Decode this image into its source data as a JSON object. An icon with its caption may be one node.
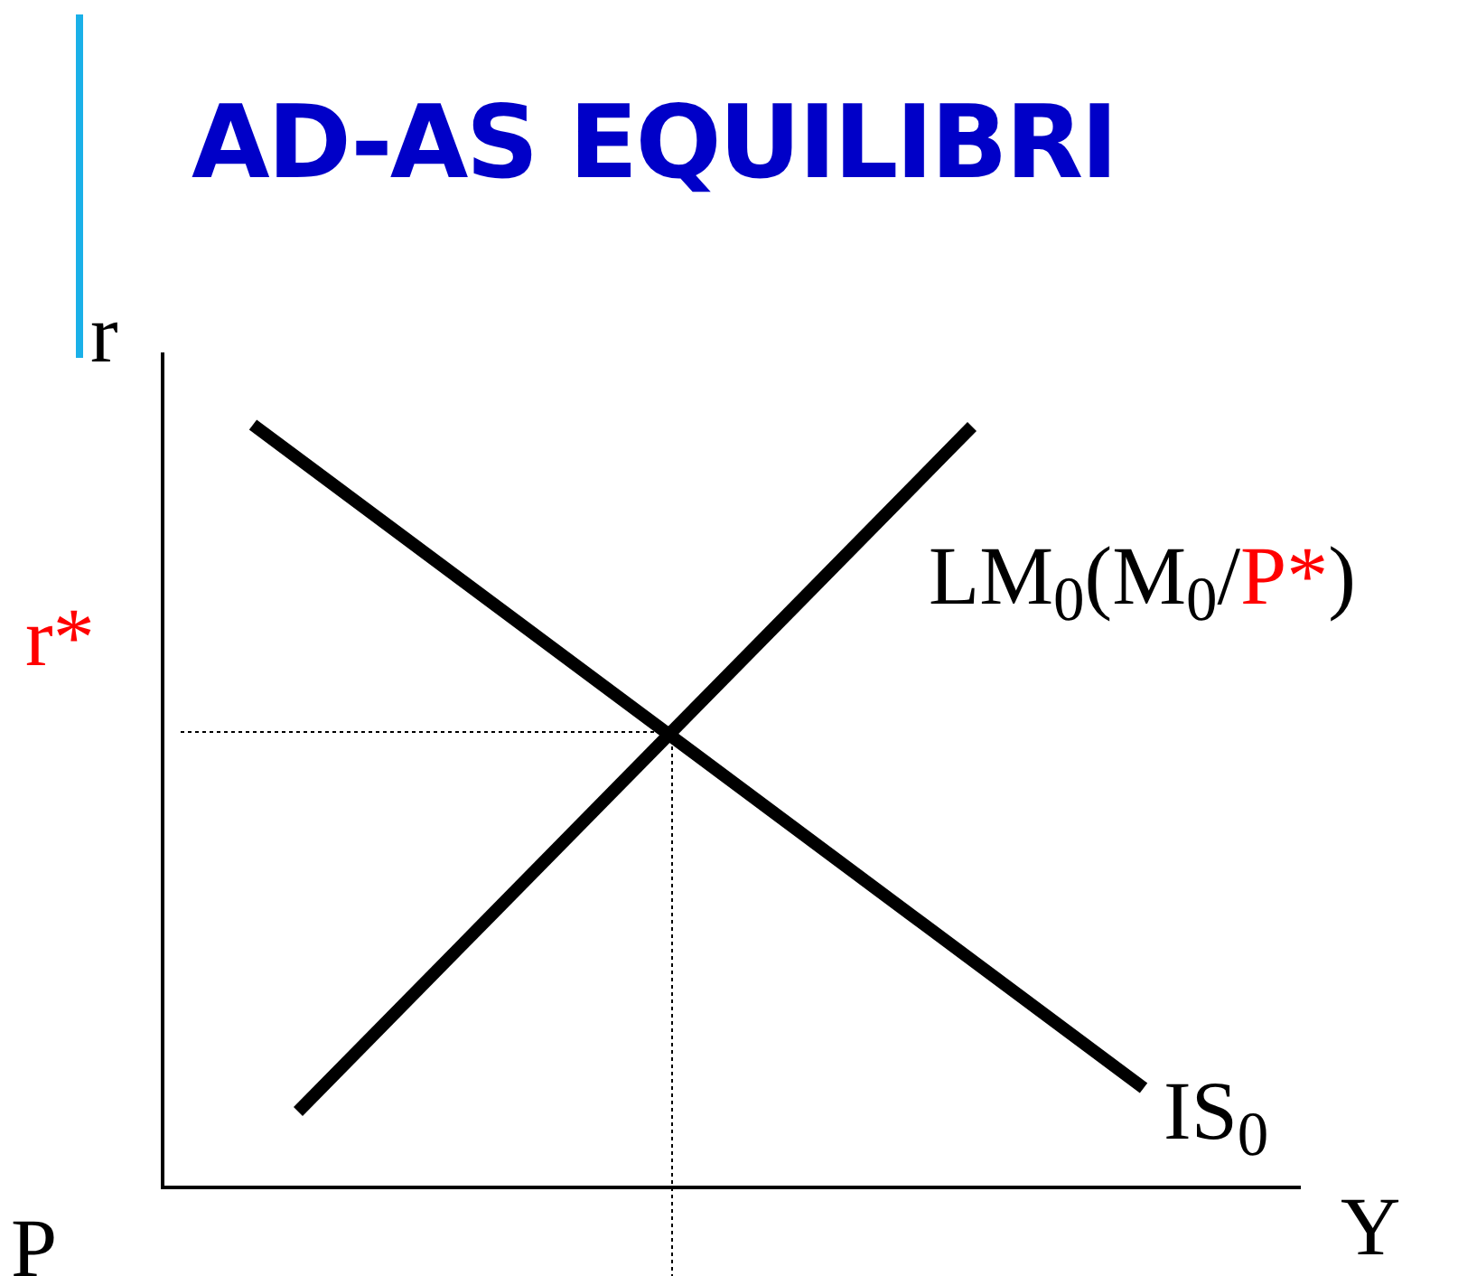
{
  "diagram": {
    "title": "AD-AS EQUILIBRI",
    "labels": [
      "r",
      "r*",
      "LM$_{0}$(M$_{0}$/",
      "P*",
      ")",
      "IS$_{0}$",
      "Y",
      "P"
    ]
  }
}
